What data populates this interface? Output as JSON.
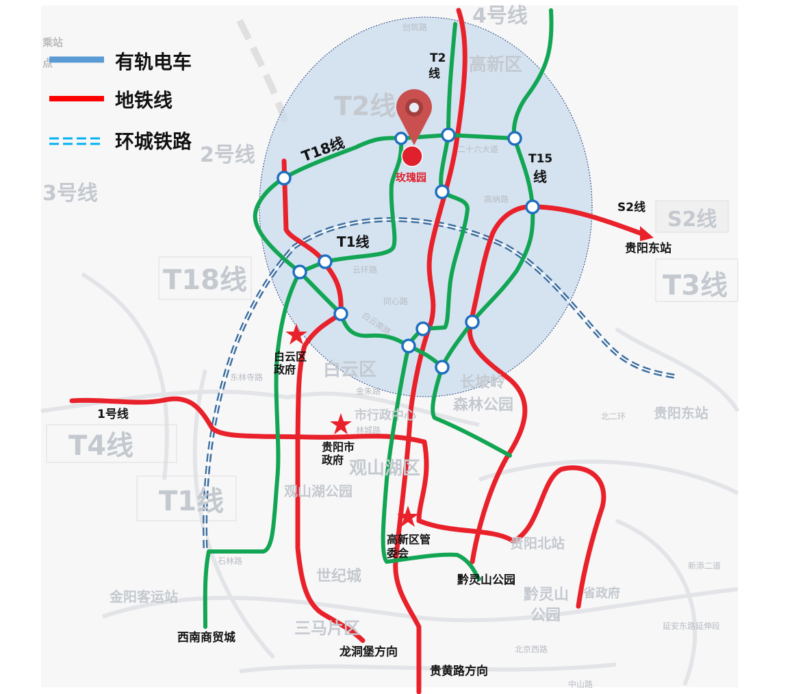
{
  "legend": {
    "partial_top_label": [
      "乘站",
      "点"
    ],
    "items": [
      {
        "label": "有轨电车",
        "color": "#5b9bd5",
        "style": "solid"
      },
      {
        "label": "地铁线",
        "color": "#ff0000",
        "style": "solid"
      },
      {
        "label": "环城铁路",
        "color": "#00b0f0",
        "style": "dashed"
      }
    ]
  },
  "colors": {
    "tram": "#12a553",
    "metro": "#e8212b",
    "ring_rail": "#3c6e9f",
    "station": "#1f6fbf",
    "radius_area": "#c9dcef"
  },
  "highlight": {
    "label": "玫瑰园",
    "icon": "map-pin-icon"
  },
  "line_labels": {
    "t2": [
      "T2",
      "线"
    ],
    "t18": "T18线",
    "t15": [
      "T15",
      "线"
    ],
    "t1": "T1线",
    "s2": "S2线",
    "line1": "1号线"
  },
  "place_labels": {
    "guiyang_east": "贵阳东站",
    "baiyun_gov": [
      "白云区",
      "政府"
    ],
    "guiyang_gov": [
      "贵阳市",
      "政府"
    ],
    "gaoxin_committee": [
      "高新区管",
      "委会"
    ],
    "qianlingshan": "黔灵山公园",
    "xinan_market": "西南商贸城",
    "longdongbao": "龙洞堡方向",
    "guihuang_road": "贵黄路方向"
  },
  "basemap_labels": {
    "line4": "4号线",
    "gaoxin": "高新区",
    "t2_box": "T2线",
    "line2": "2号线",
    "line3": "3号线",
    "t18_box": "T18线",
    "s2_box": "S2线",
    "t3_box": "T3线",
    "t4_box": "T4线",
    "t1_box": "T1线",
    "baiyun": "白云区",
    "guanshanhu": "观山湖区",
    "guanshanhu_park": "观山湖公园",
    "changpoling": [
      "长坡岭",
      "森林公园"
    ],
    "guiyang_east": "贵阳东站",
    "guiyang_north": "贵阳北站",
    "shijicheng": "世纪城",
    "jinyang_bus": "金阳客运站",
    "qianling_park": [
      "黔灵山",
      "公园"
    ],
    "provincial_gov": "省政府",
    "sanma": "三马片区",
    "admin_center": "市行政中心",
    "roads": [
      "创筑路",
      "二十六大道",
      "高纳路",
      "云环路",
      "同心路",
      "白云南路",
      "金朱路",
      "林城路",
      "东林寺路",
      "北二环",
      "石林路",
      "延安东路延伸段",
      "北京西路",
      "中山路",
      "新添二道"
    ]
  }
}
